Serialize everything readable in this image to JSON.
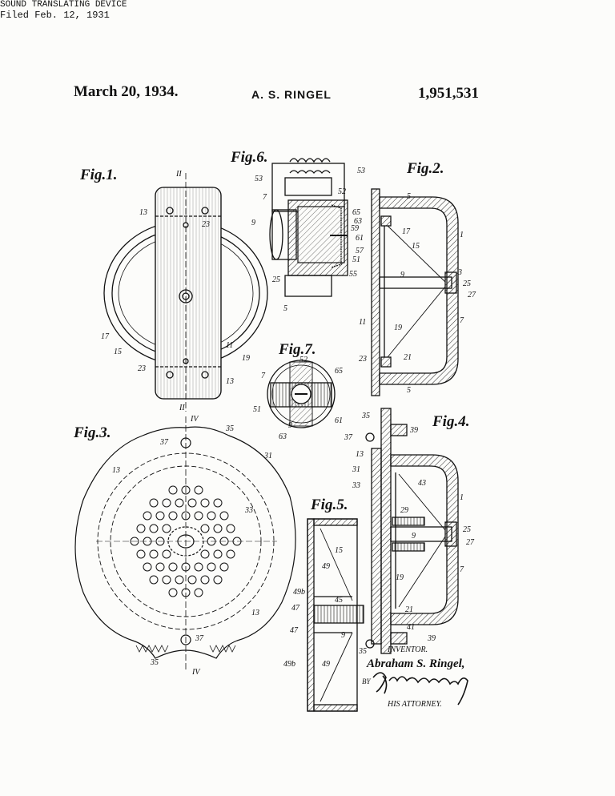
{
  "header": {
    "date": "March 20, 1934.",
    "inventor": "A. S. RINGEL",
    "patent_number": "1,951,531",
    "title": "SOUND TRANSLATING DEVICE",
    "filed": "Filed Feb. 12, 1931"
  },
  "figures": {
    "fig1": "Fig.1.",
    "fig2": "Fig.2.",
    "fig3": "Fig.3.",
    "fig4": "Fig.4.",
    "fig5": "Fig.5.",
    "fig6": "Fig.6.",
    "fig7": "Fig.7."
  },
  "signature": {
    "inventor_label": "INVENTOR.",
    "inventor_name": "Abraham S. Ringel,",
    "by": "BY",
    "attorney_label": "HIS ATTORNEY."
  },
  "refs": {
    "fig1": [
      "II",
      "13",
      "23",
      "17",
      "15",
      "23",
      "II",
      "13",
      "11",
      "19"
    ],
    "fig2": [
      "5",
      "1",
      "17",
      "15",
      "9",
      "3",
      "25",
      "27",
      "11",
      "19",
      "7",
      "23",
      "21",
      "5"
    ],
    "fig3": [
      "IV",
      "35",
      "37",
      "31",
      "13",
      "33",
      "13",
      "37",
      "35",
      "IV"
    ],
    "fig4": [
      "35",
      "39",
      "37",
      "13",
      "31",
      "33",
      "43",
      "1",
      "29",
      "25",
      "27",
      "9",
      "7",
      "19",
      "21",
      "41",
      "39",
      "35"
    ],
    "fig5": [
      "15",
      "49",
      "49b",
      "45",
      "47",
      "47",
      "9",
      "49b",
      "49"
    ],
    "fig6": [
      "53",
      "53",
      "7",
      "52",
      "9",
      "65",
      "63",
      "59",
      "61",
      "57",
      "51",
      "55",
      "25",
      "5"
    ],
    "fig7": [
      "52",
      "65",
      "7",
      "51",
      "9",
      "61",
      "63"
    ]
  }
}
